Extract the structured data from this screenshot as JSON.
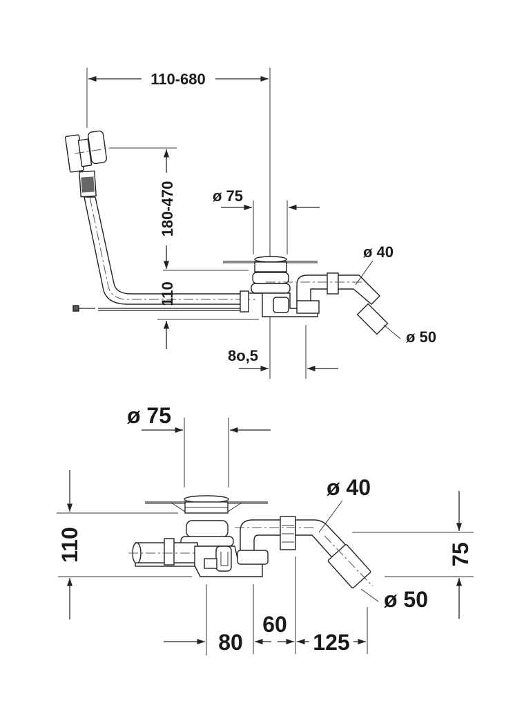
{
  "title": "Bath waste and overflow set - dimension drawing",
  "colors": {
    "line": "#222222",
    "rim": "#888888",
    "background": "#ffffff"
  },
  "top_view": {
    "dimensions": {
      "overflow_distance": "110-680",
      "overflow_height": "180-470",
      "height": "110",
      "outlet_diameter": "ø 75",
      "pipe_diameter": "ø 40",
      "connection_diameter": "ø 50",
      "offset": "8o,5"
    }
  },
  "bottom_view": {
    "dimensions": {
      "outlet_diameter": "ø 75",
      "pipe_diameter": "ø 40",
      "connection_diameter": "ø 50",
      "height": "110",
      "trap_height": "75",
      "dist_80": "80",
      "dist_60": "60",
      "dist_125": "125"
    }
  }
}
